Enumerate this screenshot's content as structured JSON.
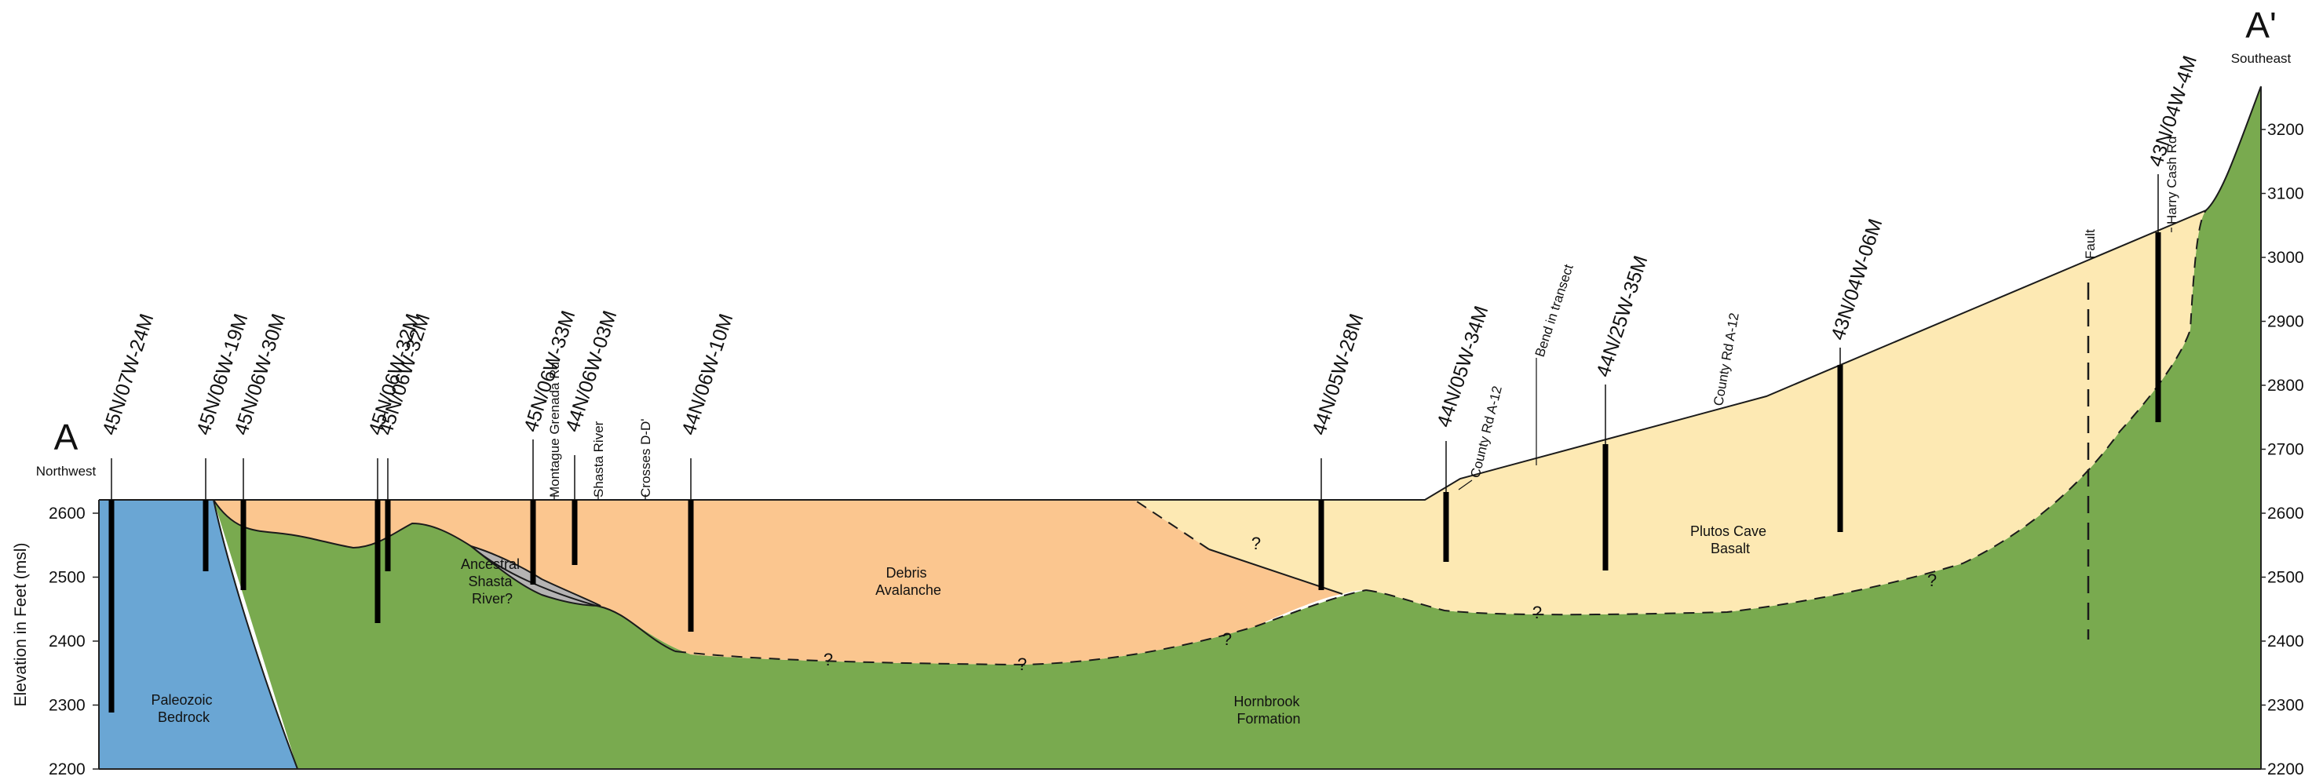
{
  "section": {
    "start_letter": "A",
    "start_direction": "Northwest",
    "end_letter": "A'",
    "end_direction": "Southeast",
    "y_axis_title": "Elevation in Feet (msl)",
    "y_ticks": [
      "2200",
      "2300",
      "2400",
      "2500",
      "2600",
      "2700",
      "2800",
      "2900",
      "3000",
      "3100",
      "3200"
    ],
    "colors": {
      "paleozoic_bedrock": "#6aa6d4",
      "hornbrook_formation": "#79aa4f",
      "debris_avalanche": "#fbc68f",
      "plutos_cave_basalt": "#fde9b3",
      "ancestral_shasta_river": "#b5b3b3",
      "well": "#000000"
    }
  },
  "wells": [
    {
      "label": "45N/07W-24M"
    },
    {
      "label": "45N/06W-19M"
    },
    {
      "label": "45N/06W-30M"
    },
    {
      "label": "45N/06W-32M"
    },
    {
      "label": "45N/06W-32M"
    },
    {
      "label": "45N/06W-33M"
    },
    {
      "label": "44N/06W-03M"
    },
    {
      "label": "44N/06W-10M"
    },
    {
      "label": "44N/05W-28M"
    },
    {
      "label": "44N/05W-34M"
    },
    {
      "label": "44N/25W-35M"
    },
    {
      "label": "43N/04W-06M"
    },
    {
      "label": "43N/04W-4M"
    }
  ],
  "features": [
    {
      "label": "Montague Grenada Rd"
    },
    {
      "label": "Shasta River"
    },
    {
      "label": "Crosses D-D'"
    },
    {
      "label": "County Rd A-12"
    },
    {
      "label": "Bend in transect"
    },
    {
      "label": "County Rd A-12"
    },
    {
      "label": "Fault"
    },
    {
      "label": "Harry Cash Rd"
    }
  ],
  "units": [
    {
      "lines": [
        "Paleozoic",
        "Bedrock"
      ]
    },
    {
      "lines": [
        "Ancestral",
        "Shasta",
        "River?"
      ]
    },
    {
      "lines": [
        "Debris",
        "Avalanche"
      ]
    },
    {
      "lines": [
        "Hornbrook",
        "Formation"
      ]
    },
    {
      "lines": [
        "Plutos Cave",
        "Basalt"
      ]
    }
  ],
  "uncertain_contact_marker": "?"
}
